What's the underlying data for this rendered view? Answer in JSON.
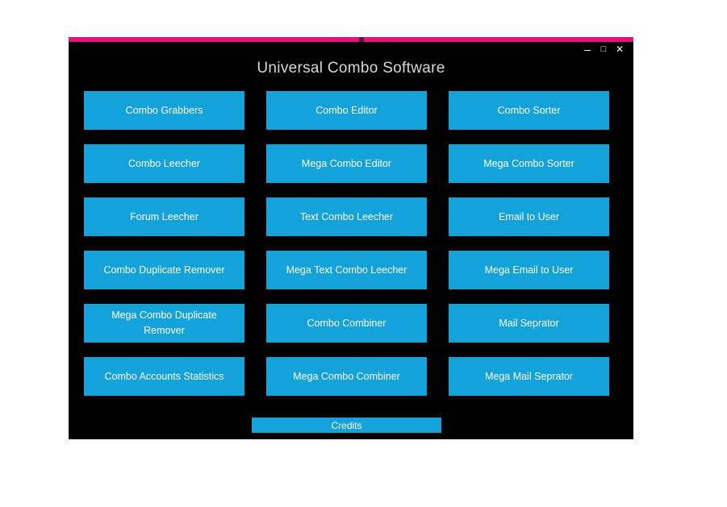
{
  "colors": {
    "accent_pink": "#e7117e",
    "button_cyan": "#14a2da",
    "window_background": "#000000",
    "title_text": "#d6d6d6",
    "button_text": "#ffffff"
  },
  "window": {
    "title": "Universal Combo Software",
    "controls": {
      "minimize": "–",
      "maximize": "□",
      "close": "✕"
    }
  },
  "main": {
    "buttons": [
      {
        "label": "Combo Grabbers"
      },
      {
        "label": "Combo Editor"
      },
      {
        "label": "Combo Sorter"
      },
      {
        "label": "Combo Leecher"
      },
      {
        "label": "Mega Combo Editor"
      },
      {
        "label": "Mega Combo Sorter"
      },
      {
        "label": "Forum Leecher"
      },
      {
        "label": "Text Combo Leecher"
      },
      {
        "label": "Email to User"
      },
      {
        "label": "Combo Duplicate Remover"
      },
      {
        "label": "Mega Text Combo Leecher"
      },
      {
        "label": "Mega Email to User"
      },
      {
        "label": "Mega Combo Duplicate Remover"
      },
      {
        "label": "Combo Combiner"
      },
      {
        "label": "Mail Seprator"
      },
      {
        "label": "Combo Accounts Statistics"
      },
      {
        "label": "Mega Combo Combiner"
      },
      {
        "label": "Mega Mail Seprator"
      }
    ],
    "credits_label": "Credits"
  }
}
